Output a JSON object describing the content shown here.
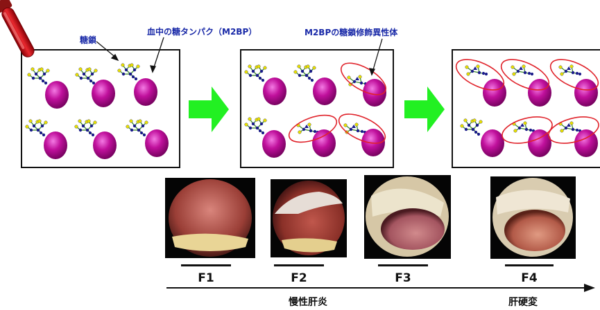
{
  "labels": {
    "sugar_chain": "糖鎖",
    "blood_protein": "血中の糖タンパク（M2BP）",
    "modified_isomer": "M2BPの糖鎖修飾異性体"
  },
  "stages": [
    "F1",
    "F2",
    "F3",
    "F4"
  ],
  "bottom_labels": {
    "chronic_hepatitis": "慢性肝炎",
    "cirrhosis": "肝硬変"
  },
  "colors": {
    "protein": "#c0109c",
    "arrow": "#22f022",
    "label_text": "#1a2aa8",
    "highlight_ellipse": "#e0222a",
    "tube": "#d2141c"
  },
  "icons": [
    "blood-tube-icon",
    "glycoprotein-icon",
    "green-arrow-icon"
  ]
}
